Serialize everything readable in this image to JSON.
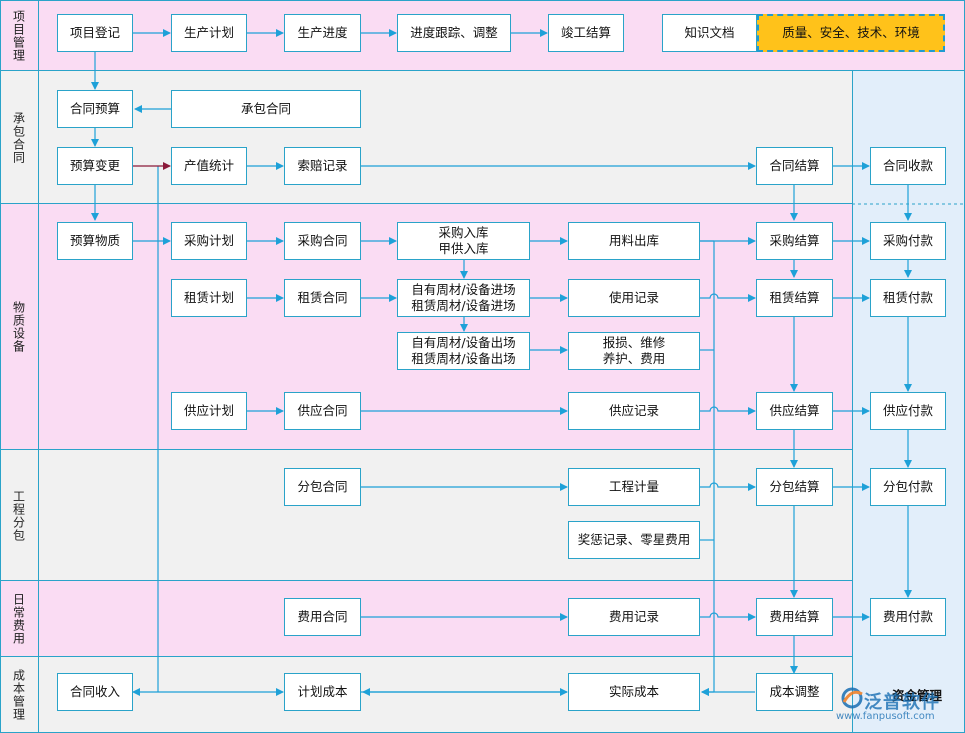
{
  "lanes": {
    "project": "项目管理",
    "contract": "承包合同",
    "material": "物质设备",
    "subcontract": "工程分包",
    "daily": "日常费用",
    "cost": "成本管理"
  },
  "nodes": {
    "project_register": "项目登记",
    "production_plan": "生产计划",
    "production_progress": "生产进度",
    "progress_track": "进度跟踪、调整",
    "completion_settlement": "竣工结算",
    "knowledge_docs": "知识文档",
    "quality_safety": "质量、安全、技术、环境",
    "contract_budget": "合同预算",
    "contract_main": "承包合同",
    "budget_change": "预算变更",
    "output_stats": "产值统计",
    "claim_record": "索赔记录",
    "contract_settlement": "合同结算",
    "contract_collection": "合同收款",
    "budget_material": "预算物质",
    "purchase_plan": "采购计划",
    "purchase_contract": "采购合同",
    "purchase_in": "采购入库\n甲供入库",
    "material_out": "用料出库",
    "purchase_settlement": "采购结算",
    "purchase_payment": "采购付款",
    "rent_plan": "租赁计划",
    "rent_contract": "租赁合同",
    "equipment_in": "自有周材/设备进场\n租赁周材/设备进场",
    "usage_record": "使用记录",
    "rent_settlement": "租赁结算",
    "rent_payment": "租赁付款",
    "equipment_out": "自有周材/设备出场\n租赁周材/设备出场",
    "damage_repair": "报损、维修\n养护、费用",
    "supply_plan": "供应计划",
    "supply_contract": "供应合同",
    "supply_record": "供应记录",
    "supply_settlement": "供应结算",
    "supply_payment": "供应付款",
    "sub_contract": "分包合同",
    "quantity_measure": "工程计量",
    "sub_settlement": "分包结算",
    "sub_payment": "分包付款",
    "reward_record": "奖惩记录、零星费用",
    "expense_contract": "费用合同",
    "expense_record": "费用记录",
    "expense_settlement": "费用结算",
    "expense_payment": "费用付款",
    "contract_income": "合同收入",
    "planned_cost": "计划成本",
    "actual_cost": "实际成本",
    "cost_adjust": "成本调整"
  },
  "fund_management": "资金管理",
  "logo": {
    "name": "泛普软件",
    "url": "www.fanpusoft.com"
  },
  "colors": {
    "pink": "#fadcf3",
    "gray": "#f1f1f1",
    "blue_col": "#e2eefa",
    "line": "#1ea1d8",
    "border": "#2aa3c9",
    "highlight": "#ffc21a"
  }
}
